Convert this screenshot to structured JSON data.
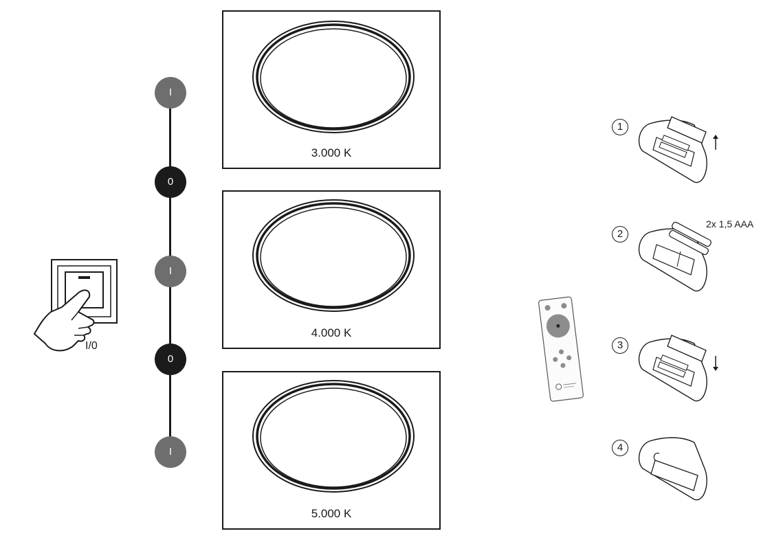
{
  "switch": {
    "label": "I/0"
  },
  "sequence": {
    "nodes": [
      {
        "state": "on",
        "label": "I"
      },
      {
        "state": "off",
        "label": "0"
      },
      {
        "state": "on",
        "label": "I"
      },
      {
        "state": "off",
        "label": "0"
      },
      {
        "state": "on",
        "label": "I"
      }
    ]
  },
  "panels": [
    {
      "label": "3.000 K"
    },
    {
      "label": "4.000 K"
    },
    {
      "label": "5.000 K"
    }
  ],
  "battery": {
    "steps": [
      "1",
      "2",
      "3",
      "4"
    ],
    "spec": "2x 1,5 AAA"
  }
}
